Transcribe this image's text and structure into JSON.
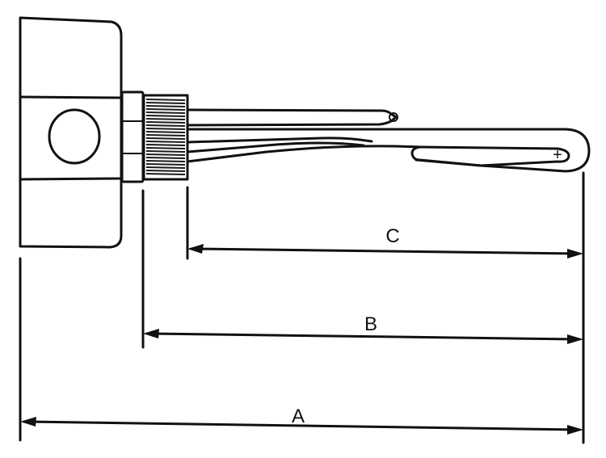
{
  "diagram": {
    "colors": {
      "ink": "#111111",
      "background": "#ffffff"
    },
    "dimensions": [
      {
        "id": "A",
        "label": "A"
      },
      {
        "id": "B",
        "label": "B"
      },
      {
        "id": "C",
        "label": "C"
      }
    ],
    "element_marker": "+"
  }
}
